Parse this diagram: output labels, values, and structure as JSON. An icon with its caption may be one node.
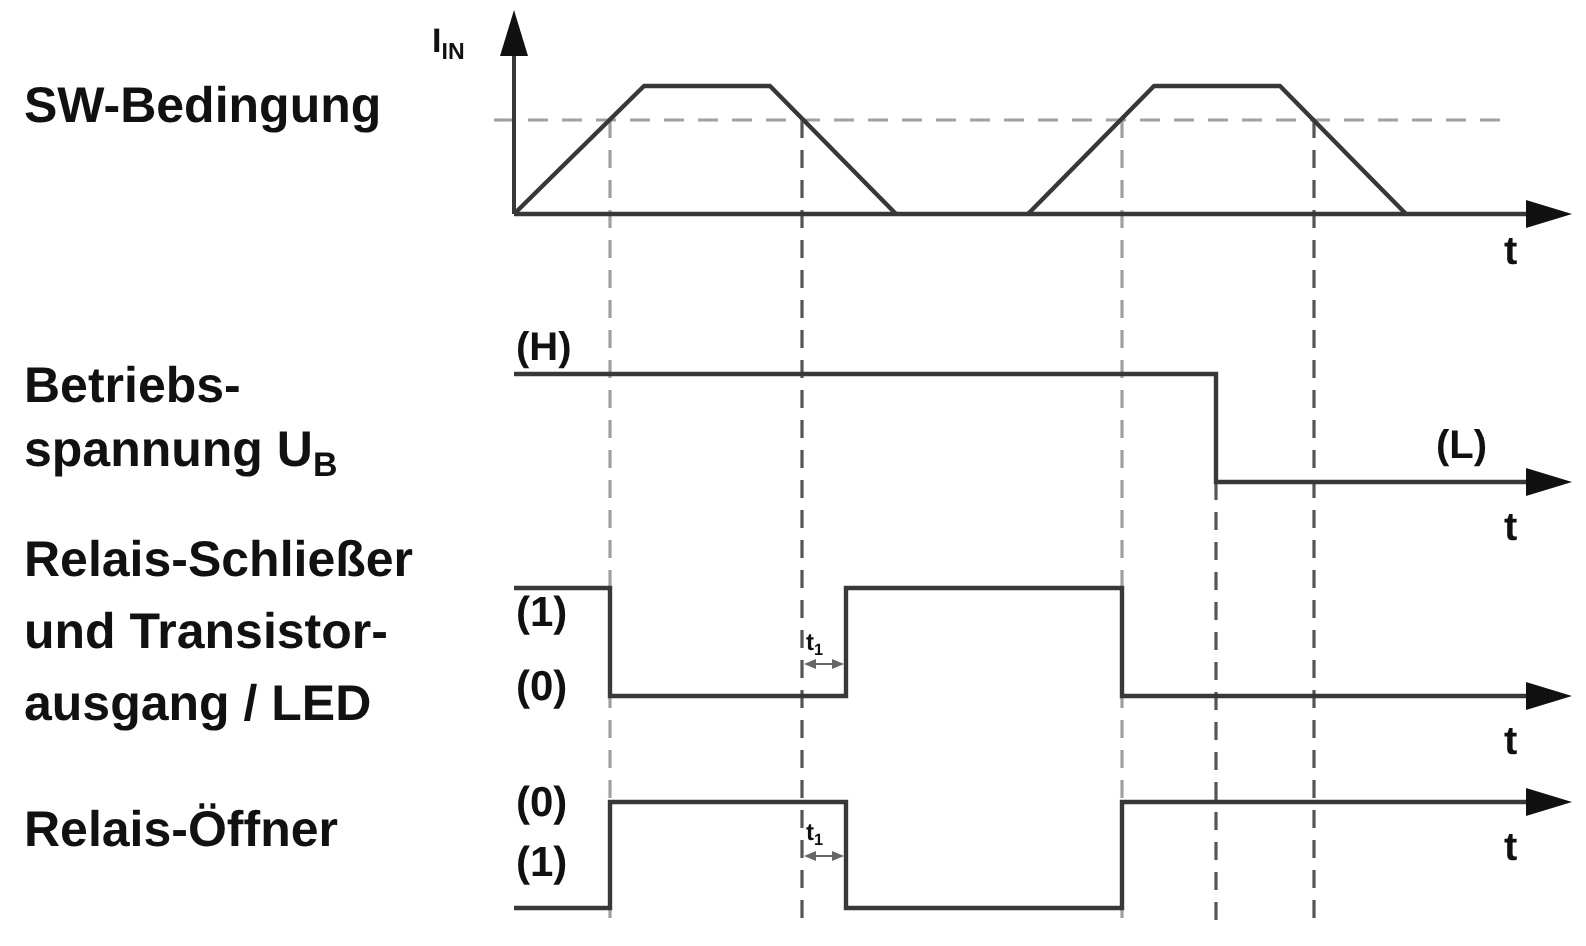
{
  "diagram": {
    "labels": [
      "SW-Bedingung",
      "I$_{IN}$",
      "t",
      "Betriebs- spannung U$_{B}$",
      "(H)",
      "(L)",
      "t",
      "Relais-Schließer und Transistor- ausgang / LED",
      "(1)",
      "(0)",
      "t$_{1}$",
      "t",
      "Relais-Öffner",
      "(0)",
      "(1)",
      "t$_{1}$",
      "t"
    ]
  }
}
